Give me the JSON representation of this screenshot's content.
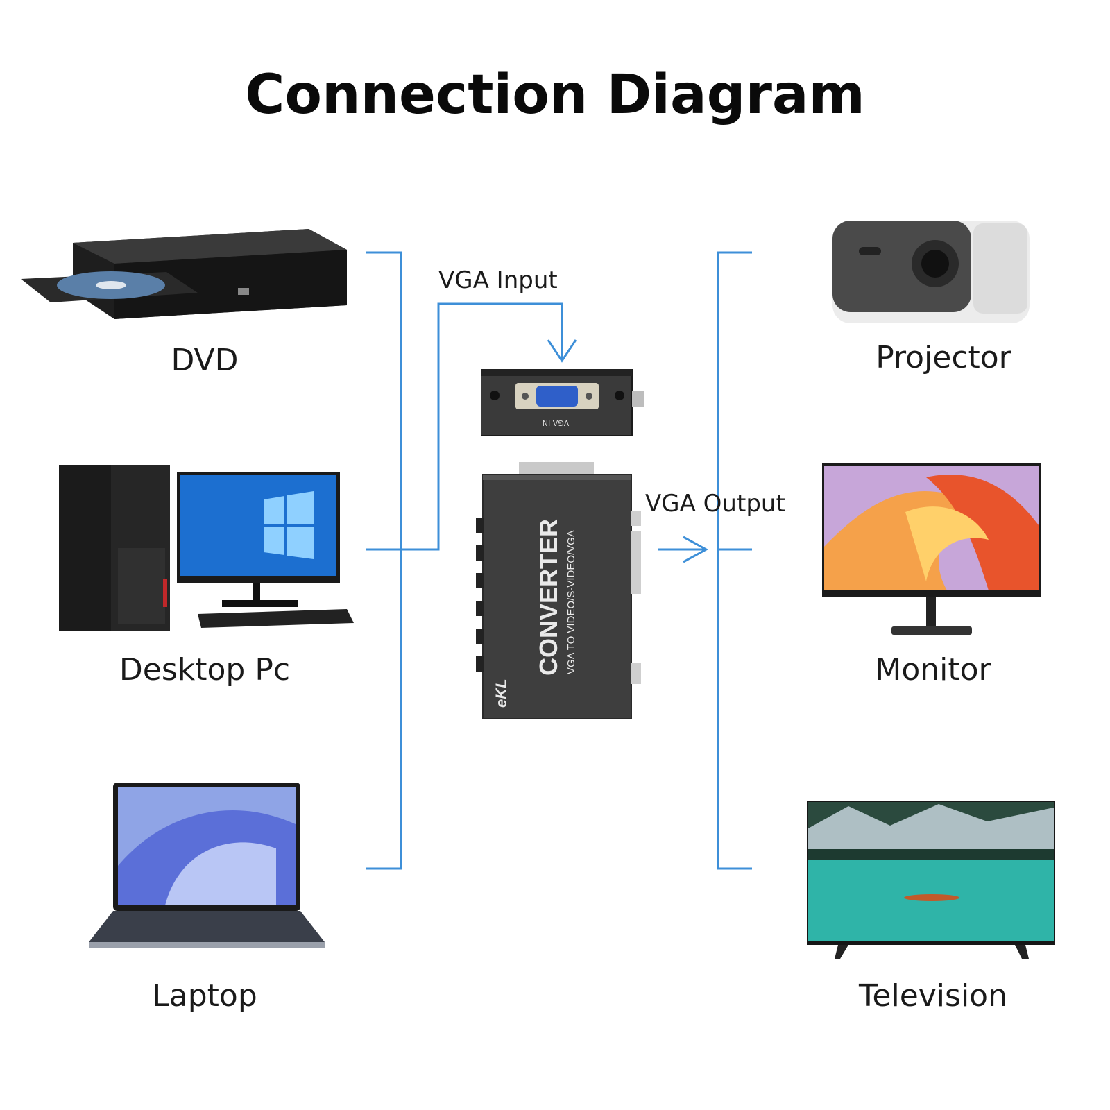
{
  "title": "Connection Diagram",
  "sources": [
    {
      "label": "DVD",
      "icon": "dvd-player-icon"
    },
    {
      "label": "Desktop Pc",
      "icon": "desktop-pc-icon"
    },
    {
      "label": "Laptop",
      "icon": "laptop-icon"
    }
  ],
  "displays": [
    {
      "label": "Projector",
      "icon": "projector-icon"
    },
    {
      "label": "Monitor",
      "icon": "monitor-icon"
    },
    {
      "label": "Television",
      "icon": "television-icon"
    }
  ],
  "converter": {
    "input_label": "VGA Input",
    "output_label": "VGA Output",
    "port_label": "VGA IN",
    "brand": "eKL",
    "name": "CONVERTER",
    "subtitle": "VGA TO VIDEO/S-VIDEO/VGA"
  },
  "colors": {
    "line": "#3d8fd8",
    "device_dark": "#2b2b2b",
    "converter_body": "#3e3e3e",
    "vga_port": "#2f5fc9"
  }
}
